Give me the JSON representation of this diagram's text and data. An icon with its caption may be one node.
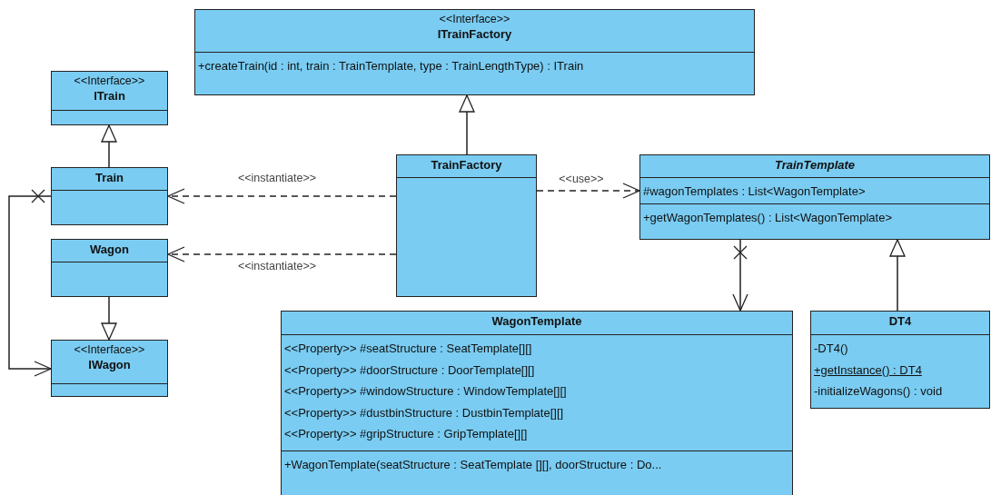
{
  "diagram": {
    "nodes": [
      {
        "text": [
          "<<Interface>>",
          "ITrainFactory",
          "+createTrain(id : int, train : TrainTemplate, type : TrainLengthType) : ITrain"
        ]
      },
      {
        "text": [
          "<<Interface>>",
          "ITrain"
        ]
      },
      {
        "text": [
          "TrainFactory"
        ]
      },
      {
        "text": [
          "TrainTemplate",
          "#wagonTemplates : List<WagonTemplate>",
          "+getWagonTemplates() : List<WagonTemplate>"
        ]
      },
      {
        "text": [
          "Train"
        ]
      },
      {
        "text": [
          "Wagon"
        ]
      },
      {
        "text": [
          "<<Interface>>",
          "IWagon"
        ]
      },
      {
        "text": [
          "WagonTemplate",
          "<<Property>> #seatStructure : SeatTemplate[][]",
          "<<Property>> #doorStructure : DoorTemplate[][]",
          "<<Property>> #windowStructure : WindowTemplate[][]",
          "<<Property>> #dustbinStructure : DustbinTemplate[][]",
          "<<Property>> #gripStructure : GripTemplate[][]",
          "+WagonTemplate(seatStructure : SeatTemplate [][], doorStructure : Do..."
        ]
      },
      {
        "text": [
          "DT4",
          "-DT4()",
          "+getInstance() : DT4",
          "-initializeWagons() : void"
        ]
      }
    ],
    "edges": [
      {
        "from": 2,
        "to": 0,
        "arrow": "to"
      },
      {
        "from": 4,
        "to": 1,
        "arrow": "to"
      },
      {
        "from": 2,
        "to": 4,
        "arrow": "to",
        "style": "dashed",
        "label": "<<instantiate>>"
      },
      {
        "from": 2,
        "to": 3,
        "arrow": "to",
        "style": "dashed",
        "label": "<<use>>"
      },
      {
        "from": 2,
        "to": 5,
        "arrow": "to",
        "style": "dashed",
        "label": "<<instantiate>>"
      },
      {
        "from": 5,
        "to": 6,
        "arrow": "to"
      },
      {
        "from": 3,
        "to": 7,
        "arrow": "to"
      },
      {
        "from": 8,
        "to": 3,
        "arrow": "to"
      },
      {
        "from": 4,
        "to": 6,
        "arrow": "to"
      }
    ]
  }
}
